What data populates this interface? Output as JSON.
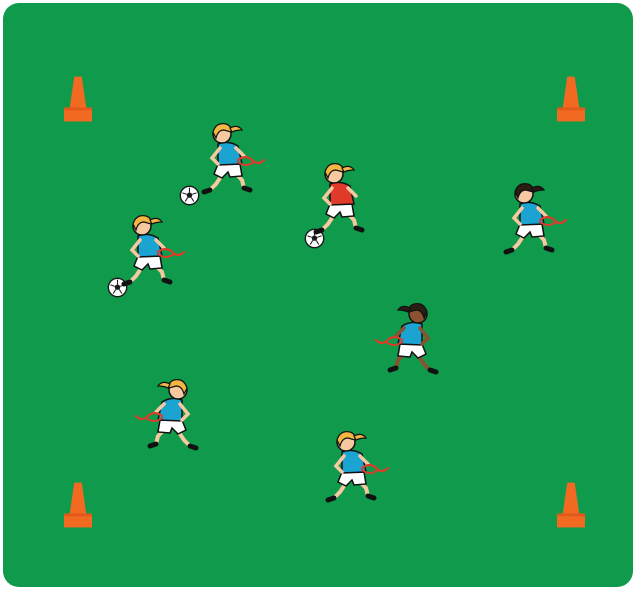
{
  "field": {
    "color": "#0f9a4c",
    "border_color": "#ffffff"
  },
  "cones": {
    "color": "#f26a21",
    "count": 4,
    "icon": "cone-icon"
  },
  "balls": {
    "count": 3,
    "icon": "soccer-ball-icon"
  },
  "players": [
    {
      "id": "p1",
      "jersey": "#1ba3d1",
      "hair": "#f4b642",
      "skin": "#f7c9a0",
      "has_ball": true,
      "has_flag": true
    },
    {
      "id": "p2",
      "jersey": "#e03b2a",
      "hair": "#f4b642",
      "skin": "#f7c9a0",
      "has_ball": true,
      "has_flag": false
    },
    {
      "id": "p3",
      "jersey": "#1ba3d1",
      "hair": "#2a1d14",
      "skin": "#f7c9a0",
      "has_ball": false,
      "has_flag": true
    },
    {
      "id": "p4",
      "jersey": "#1ba3d1",
      "hair": "#f4b642",
      "skin": "#f7c9a0",
      "has_ball": true,
      "has_flag": true
    },
    {
      "id": "p5",
      "jersey": "#1ba3d1",
      "hair": "#2a1d14",
      "skin": "#8a5230",
      "has_ball": false,
      "has_flag": true
    },
    {
      "id": "p6",
      "jersey": "#1ba3d1",
      "hair": "#f4b642",
      "skin": "#f7c9a0",
      "has_ball": false,
      "has_flag": true
    },
    {
      "id": "p7",
      "jersey": "#1ba3d1",
      "hair": "#f4b642",
      "skin": "#f7c9a0",
      "has_ball": false,
      "has_flag": true
    }
  ],
  "flag_color": "#e03b2a"
}
